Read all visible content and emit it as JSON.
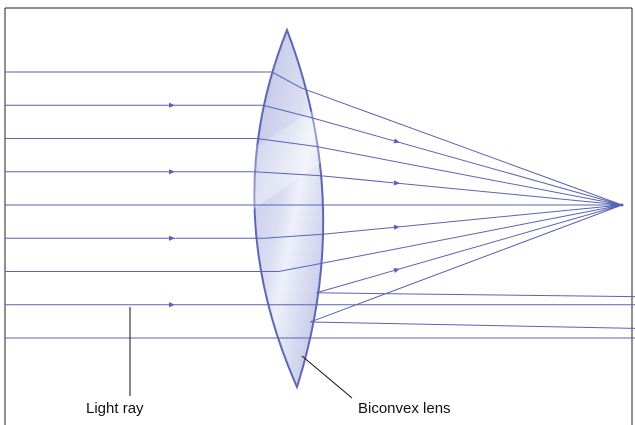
{
  "diagram": {
    "labels": {
      "light_ray": "Light ray",
      "lens": "Biconvex lens"
    },
    "ray_count": 9,
    "arrow_pattern": "alternating",
    "colors": {
      "ray": "#5a63b5",
      "lens_fill": "#c9cde8",
      "lens_edge": "#5e67b3",
      "highlight": "#eef0fa",
      "frame": "#222222",
      "leader": "#111111",
      "background": "#ffffff"
    }
  }
}
